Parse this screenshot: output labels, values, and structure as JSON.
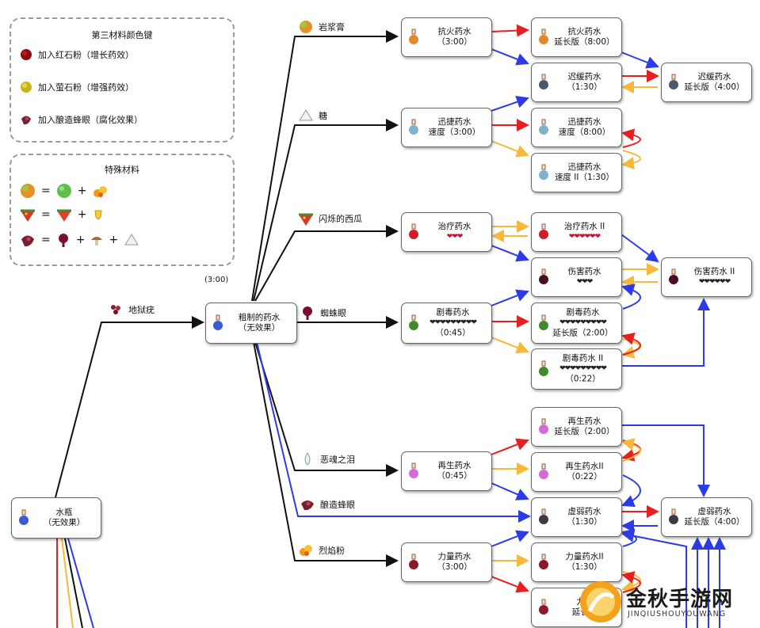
{
  "legend_modifiers": {
    "title": "第三材料颜色键",
    "rows": [
      {
        "label": "加入红石粉（增长药效）",
        "color": "#e62020",
        "icon": "redstone-icon"
      },
      {
        "label": "加入萤石粉（增强药效）",
        "color": "#f6b93b",
        "icon": "glowstone-icon"
      },
      {
        "label": "加入酿造蜂眼（腐化效果）",
        "color": "#2c3be6",
        "icon": "fermented-spider-eye-icon"
      }
    ]
  },
  "legend_special": {
    "title": "特殊材料",
    "recipes": [
      {
        "result": "magma-cream-icon",
        "parts": [
          "slime-ball-icon",
          "blaze-powder-icon"
        ]
      },
      {
        "result": "glistering-melon-icon",
        "parts": [
          "melon-slice-icon",
          "gold-nugget-icon"
        ]
      },
      {
        "result": "fermented-spider-eye-icon",
        "parts": [
          "spider-eye-icon",
          "brown-mushroom-icon",
          "sugar-icon"
        ]
      }
    ]
  },
  "timer_label": "(3:00)",
  "ingredients": {
    "nether_wart": "地狱疣",
    "magma_cream": "岩浆膏",
    "sugar": "糖",
    "glistering_melon": "闪烁的西瓜",
    "spider_eye": "蜘蛛眼",
    "ghast_tear": "恶魂之泪",
    "fermented_eye": "酿造蜂眼",
    "blaze_powder": "烈焰粉"
  },
  "nodes": {
    "water": {
      "line1": "水瓶",
      "line2": "（无效果）",
      "color": "#3a5bd6"
    },
    "awkward": {
      "line1": "粗制的药水",
      "line2": "（无效果）",
      "color": "#3a5bd6"
    },
    "fire_res": {
      "line1": "抗火药水",
      "line2": "（3:00）",
      "color": "#e08a2a"
    },
    "fire_res_ext": {
      "line1": "抗火药水",
      "line2": "延长版（8:00）",
      "color": "#e08a2a"
    },
    "slow": {
      "line1": "迟缓药水",
      "line2": "（1:30）",
      "color": "#4a5a6e"
    },
    "slow_ext": {
      "line1": "迟缓药水",
      "line2": "延长版（4:00）",
      "color": "#4a5a6e"
    },
    "swift": {
      "line1": "迅捷药水",
      "line2": "速度（3:00）",
      "color": "#7fb2cf"
    },
    "swift_ext": {
      "line1": "迅捷药水",
      "line2": "速度（8:00）",
      "color": "#7fb2cf"
    },
    "swift_2": {
      "line1": "迅捷药水",
      "line2": "速度 II（1:30）",
      "color": "#7fb2cf"
    },
    "heal": {
      "line1": "治疗药水",
      "line2": "❤❤❤",
      "color": "#d11a2a"
    },
    "heal_2": {
      "line1": "治疗药水 II",
      "line2": "❤❤❤❤❤❤",
      "color": "#d11a2a"
    },
    "harm": {
      "line1": "伤害药水",
      "line2": "❤❤❤",
      "color": "#4a1020"
    },
    "harm_2": {
      "line1": "伤害药水 II",
      "line2": "❤❤❤❤❤❤",
      "color": "#4a1020"
    },
    "poison": {
      "line1": "剧毒药水",
      "hearts": "❤❤❤❤❤❤❤❤❤",
      "line2": "（0:45）",
      "color": "#3f8a2a"
    },
    "poison_ext": {
      "line1": "剧毒药水",
      "hearts": "❤❤❤❤❤❤❤❤❤",
      "line2": "延长版（2:00）",
      "color": "#3f8a2a"
    },
    "poison_2": {
      "line1": "剧毒药水 II",
      "hearts": "❤❤❤❤❤❤❤❤❤",
      "line2": "（0:22）",
      "color": "#3f8a2a"
    },
    "regen": {
      "line1": "再生药水",
      "line2": "（0:45）",
      "color": "#d46ad8"
    },
    "regen_ext": {
      "line1": "再生药水",
      "line2": "延长版（2:00）",
      "color": "#d46ad8"
    },
    "regen_2": {
      "line1": "再生药水II",
      "line2": "（0:22）",
      "color": "#d46ad8"
    },
    "weak": {
      "line1": "虚弱药水",
      "line2": "（1:30）",
      "color": "#3a3a44"
    },
    "weak_ext": {
      "line1": "虚弱药水",
      "line2": "延长版（4:00）",
      "color": "#3a3a44"
    },
    "strength": {
      "line1": "力量药水",
      "line2": "（3:00）",
      "color": "#8a1a2a"
    },
    "strength_2": {
      "line1": "力量药水II",
      "line2": "（1:30）",
      "color": "#8a1a2a"
    },
    "strength_ext": {
      "line1": "力量",
      "line2": "延长版",
      "color": "#8a1a2a"
    }
  },
  "watermark": {
    "title": "金秋手游网",
    "subtitle": "JINQIUSHOUYOUWANG"
  },
  "colors": {
    "redstone": "#e62020",
    "glowstone": "#f6b93b",
    "fermented": "#2c3be6",
    "base": "#111111"
  }
}
